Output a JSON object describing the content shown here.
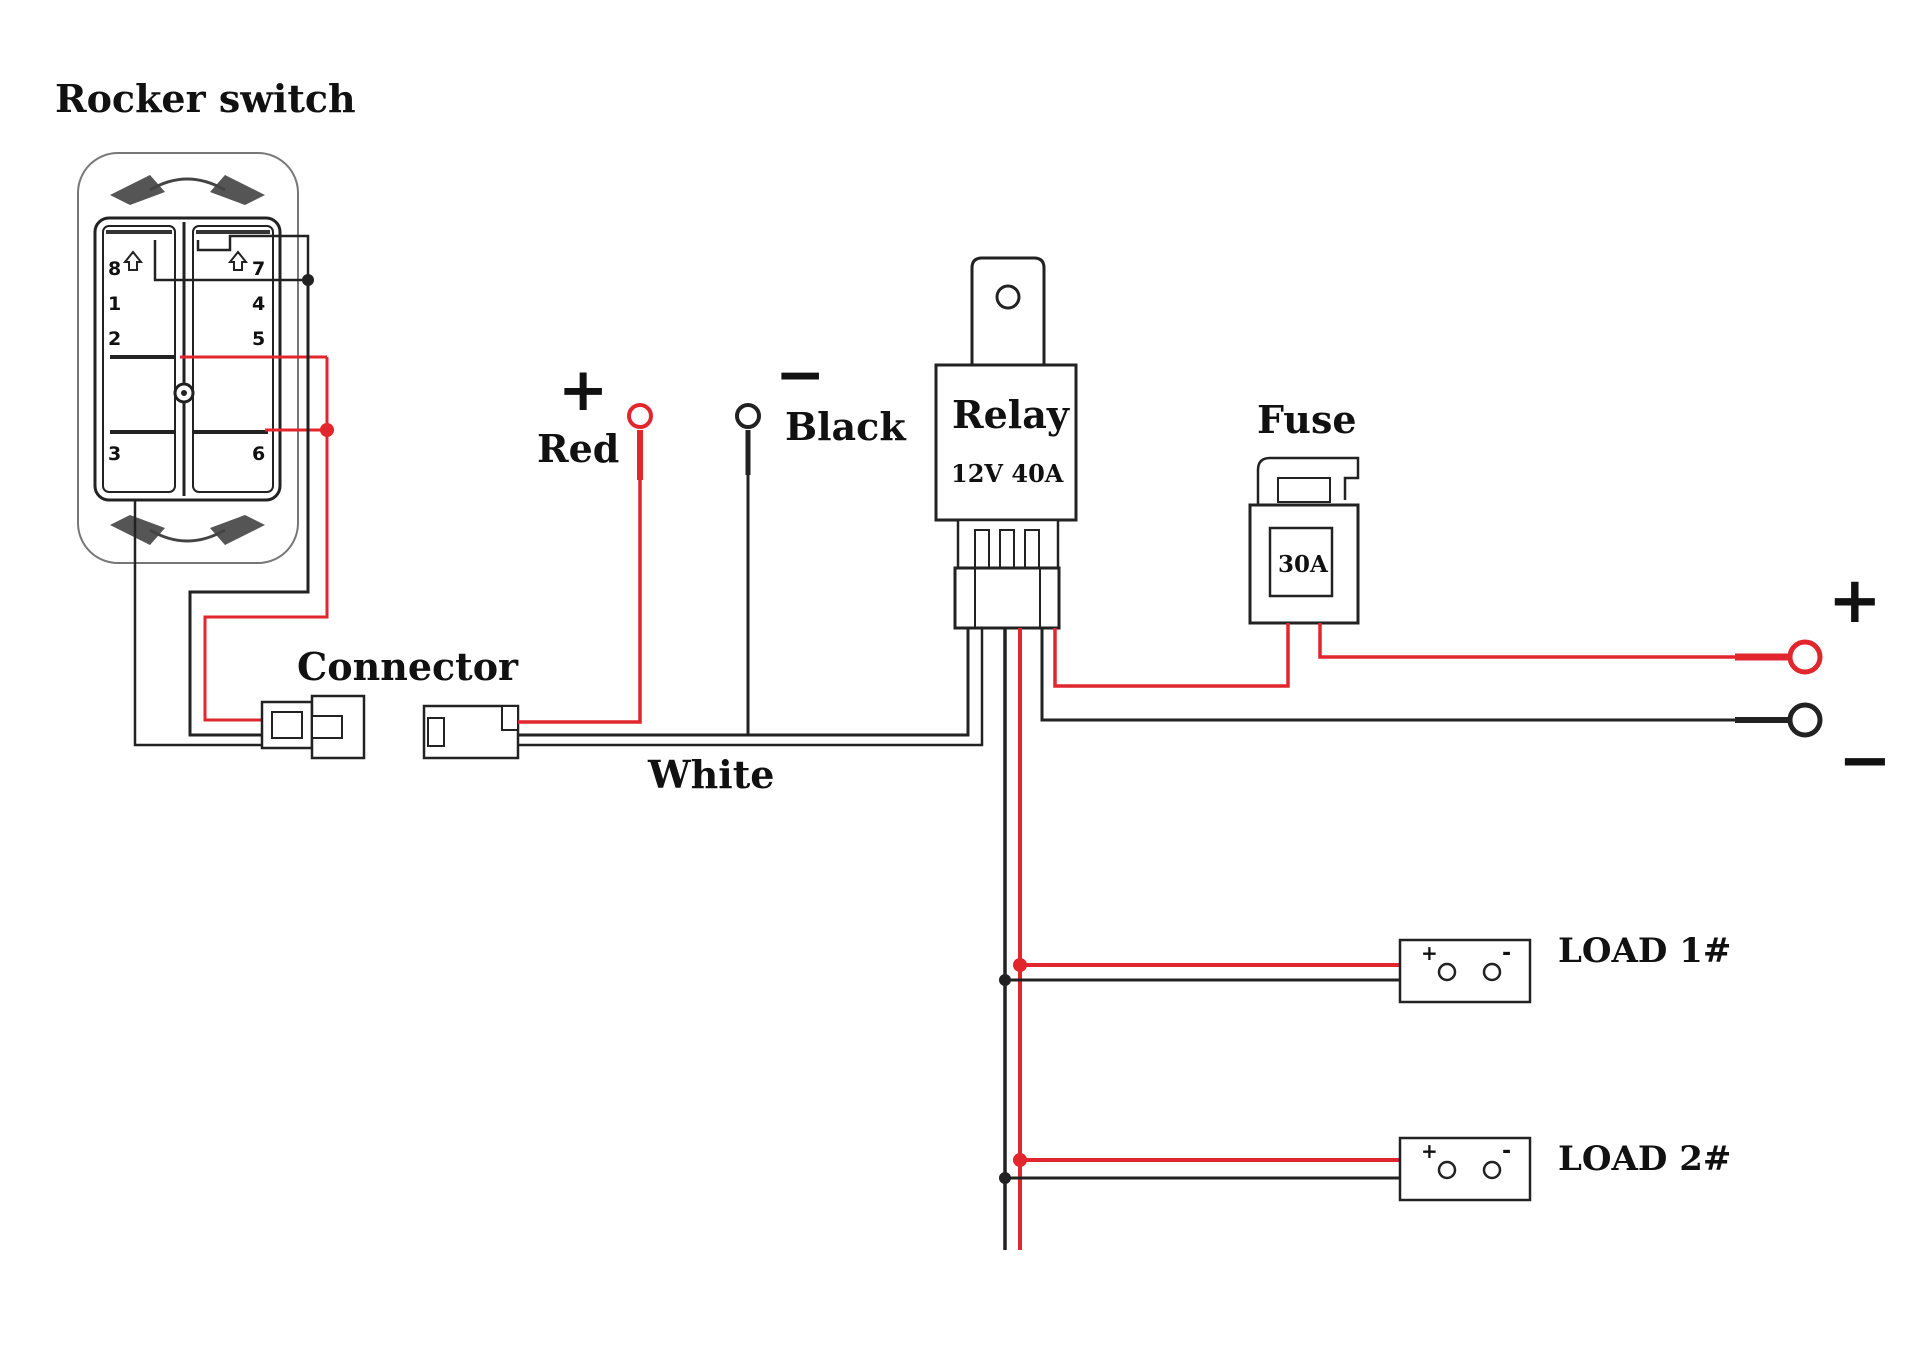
{
  "labels": {
    "rocker_switch": "Rocker switch",
    "connector": "Connector",
    "red": "Red",
    "black": "Black",
    "white": "White",
    "relay": "Relay",
    "relay_rating": "12V 40A",
    "fuse": "Fuse",
    "fuse_rating": "30A",
    "load1": "LOAD 1#",
    "load2": "LOAD 2#"
  },
  "symbols": {
    "plus": "+",
    "minus": "−"
  },
  "switch_pins": {
    "p8": "8",
    "p7": "7",
    "p1": "1",
    "p4": "4",
    "p2": "2",
    "p5": "5",
    "p3": "3",
    "p6": "6"
  },
  "colors": {
    "red_wire": "#e1262d",
    "black_wire": "#1a1a1a",
    "outline": "#2a2a2a"
  }
}
